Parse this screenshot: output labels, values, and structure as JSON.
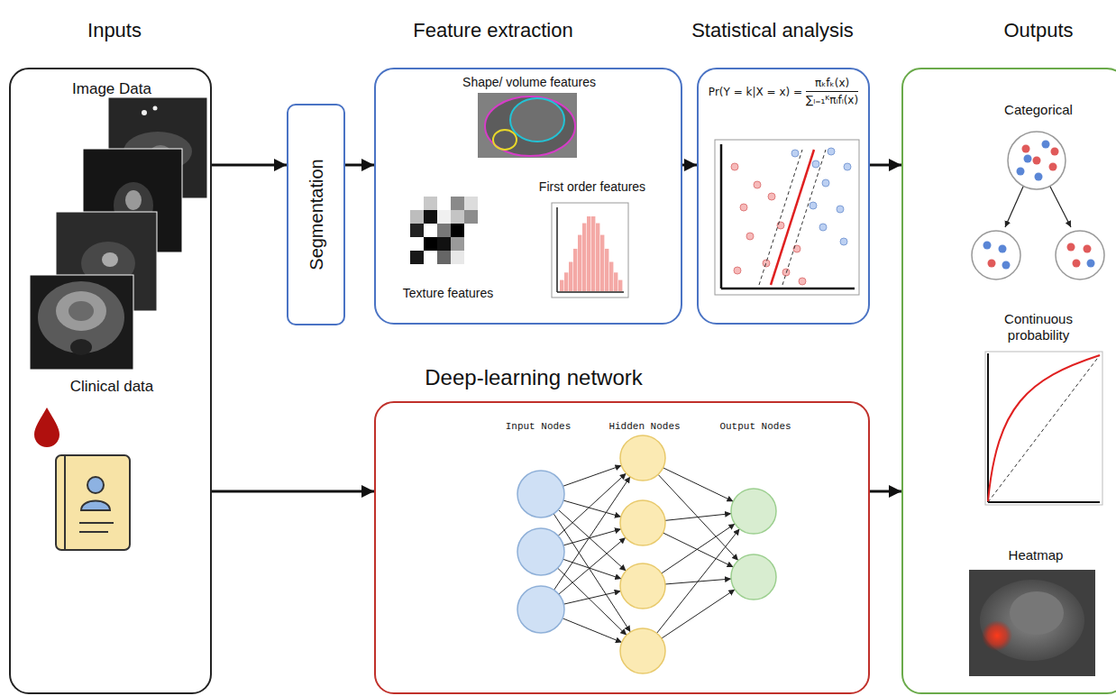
{
  "diagram": {
    "nodes": [
      {
        "text": [
          "Inputs",
          "Image Data",
          "Clinical data"
        ]
      },
      {
        "text": [
          "Segmentation"
        ]
      },
      {
        "text": [
          "Feature extraction",
          "Shape/ volume features",
          "Texture features",
          "First order features"
        ]
      },
      {
        "text": [
          "Statistical analysis",
          "Pr(Y = k|X = x) =",
          "πₖfₖ(x)",
          "∑ₗ₌₁ᴷπₗfₗ(x)"
        ]
      },
      {
        "text": [
          "Deep-learning network",
          "Input Nodes",
          "Hidden Nodes",
          "Output Nodes"
        ]
      },
      {
        "text": [
          "Outputs",
          "Categorical",
          "Continuous probability",
          "Heatmap"
        ]
      }
    ],
    "edges": [
      {
        "from": 0,
        "to": 1,
        "arrow": "to"
      },
      {
        "from": 1,
        "to": 2,
        "arrow": "to"
      },
      {
        "from": 2,
        "to": 3,
        "arrow": "to"
      },
      {
        "from": 3,
        "to": 5,
        "arrow": "to"
      },
      {
        "from": 0,
        "to": 4,
        "arrow": "to"
      },
      {
        "from": 4,
        "to": 5,
        "arrow": "to"
      }
    ]
  }
}
